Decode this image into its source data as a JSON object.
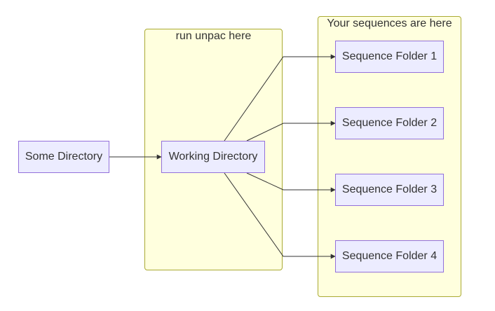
{
  "clusters": {
    "run_unpac": {
      "label": "run unpac here"
    },
    "sequences": {
      "label": "Your sequences are here"
    }
  },
  "nodes": {
    "some_directory": "Some Directory",
    "working_directory": "Working Directory",
    "sequence_folders": [
      "Sequence Folder 1",
      "Sequence Folder 2",
      "Sequence Folder 3",
      "Sequence Folder 4"
    ]
  },
  "edges": [
    {
      "from": "Some Directory",
      "to": "Working Directory"
    },
    {
      "from": "Working Directory",
      "to": "Sequence Folder 1"
    },
    {
      "from": "Working Directory",
      "to": "Sequence Folder 2"
    },
    {
      "from": "Working Directory",
      "to": "Sequence Folder 3"
    },
    {
      "from": "Working Directory",
      "to": "Sequence Folder 4"
    }
  ],
  "colors": {
    "node_fill": "#ececff",
    "node_border": "#9370db",
    "cluster_fill": "#ffffde",
    "cluster_border": "#aaaa33",
    "edge": "#333333",
    "text": "#333333"
  }
}
